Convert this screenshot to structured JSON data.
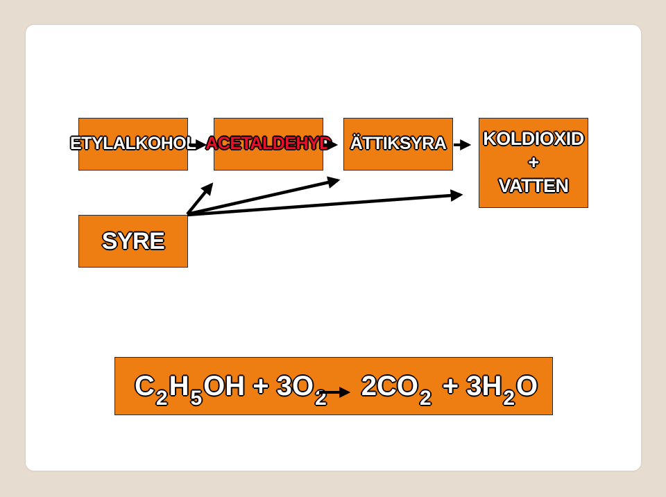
{
  "diagram": {
    "nodes": {
      "etylalkohol": "ETYLALKOHOL",
      "acetaldehyd": "ACETALDEHYD",
      "attiksyra": "ÄTTIKSYRA",
      "koldioxid_line1": "KOLDIOXID +",
      "koldioxid_line2": "VATTEN",
      "syre": "SYRE"
    },
    "equation": {
      "c": "C",
      "c_sub": "2",
      "h": "H",
      "h_sub": "5",
      "oh_plus": "OH + 3O",
      "o2_sub": "2",
      "co2": "2CO",
      "co2_sub": "2",
      "plus_h": "+ 3H",
      "h2o_sub": "2",
      "o": "O"
    },
    "colors": {
      "box_fill": "#ee7d12",
      "box_border": "#2b2b2b",
      "text_fill": "#ffffff",
      "text_outline": "#000000",
      "highlight_text": "#e8102a",
      "arrow": "#000000"
    }
  }
}
